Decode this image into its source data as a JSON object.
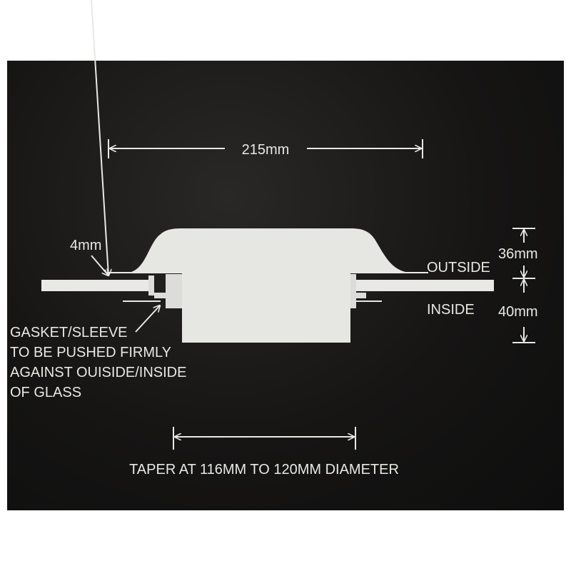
{
  "dimensions": {
    "width": "215mm",
    "flange_thickness": "4mm",
    "outside_height": "36mm",
    "inside_height": "40mm"
  },
  "labels": {
    "outside": "OUTSIDE",
    "inside": "INSIDE",
    "gasket_note": [
      "GASKET/SLEEVE",
      "TO BE PUSHED FIRMLY",
      "AGAINST OUISIDE/INSIDE",
      "OF GLASS"
    ],
    "taper_note": "TAPER AT 116MM TO 120MM DIAMETER"
  },
  "colors": {
    "background": "#161514",
    "drawing": "#e8e8e4"
  }
}
